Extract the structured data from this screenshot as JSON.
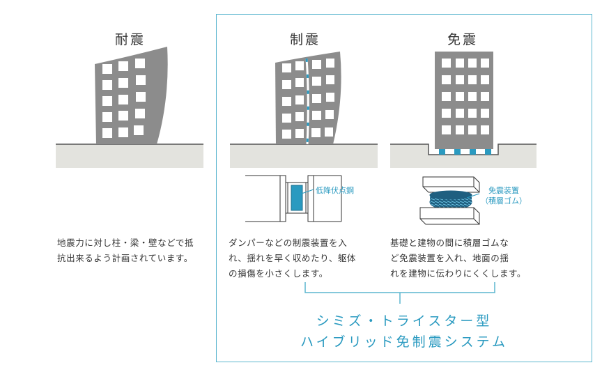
{
  "columns": [
    {
      "title": "耐震",
      "description": [
        "地震力に対し柱・梁・壁などで抵",
        "抗出来るよう計画されています。"
      ]
    },
    {
      "title": "制震",
      "device_label": "低降伏点鋼",
      "description": [
        "ダンパーなどの制震装置を入",
        "れ、揺れを早く収めたり、躯体",
        "の損傷を小さくします。"
      ]
    },
    {
      "title": "免震",
      "device_label": [
        "免震装置",
        "（積層ゴム）"
      ],
      "description": [
        "基礎と建物の間に積層ゴムな",
        "ど免震装置を入れ、地面の揺",
        "れを建物に伝わりにくくします。"
      ]
    }
  ],
  "system_name": [
    "シミズ・トライスター型",
    "ハイブリッド免制震システム"
  ],
  "colors": {
    "accent": "#2a9ac0",
    "frame": "#5bb6cf",
    "building": "#8c8c8c",
    "ground": "#e3e3de"
  }
}
